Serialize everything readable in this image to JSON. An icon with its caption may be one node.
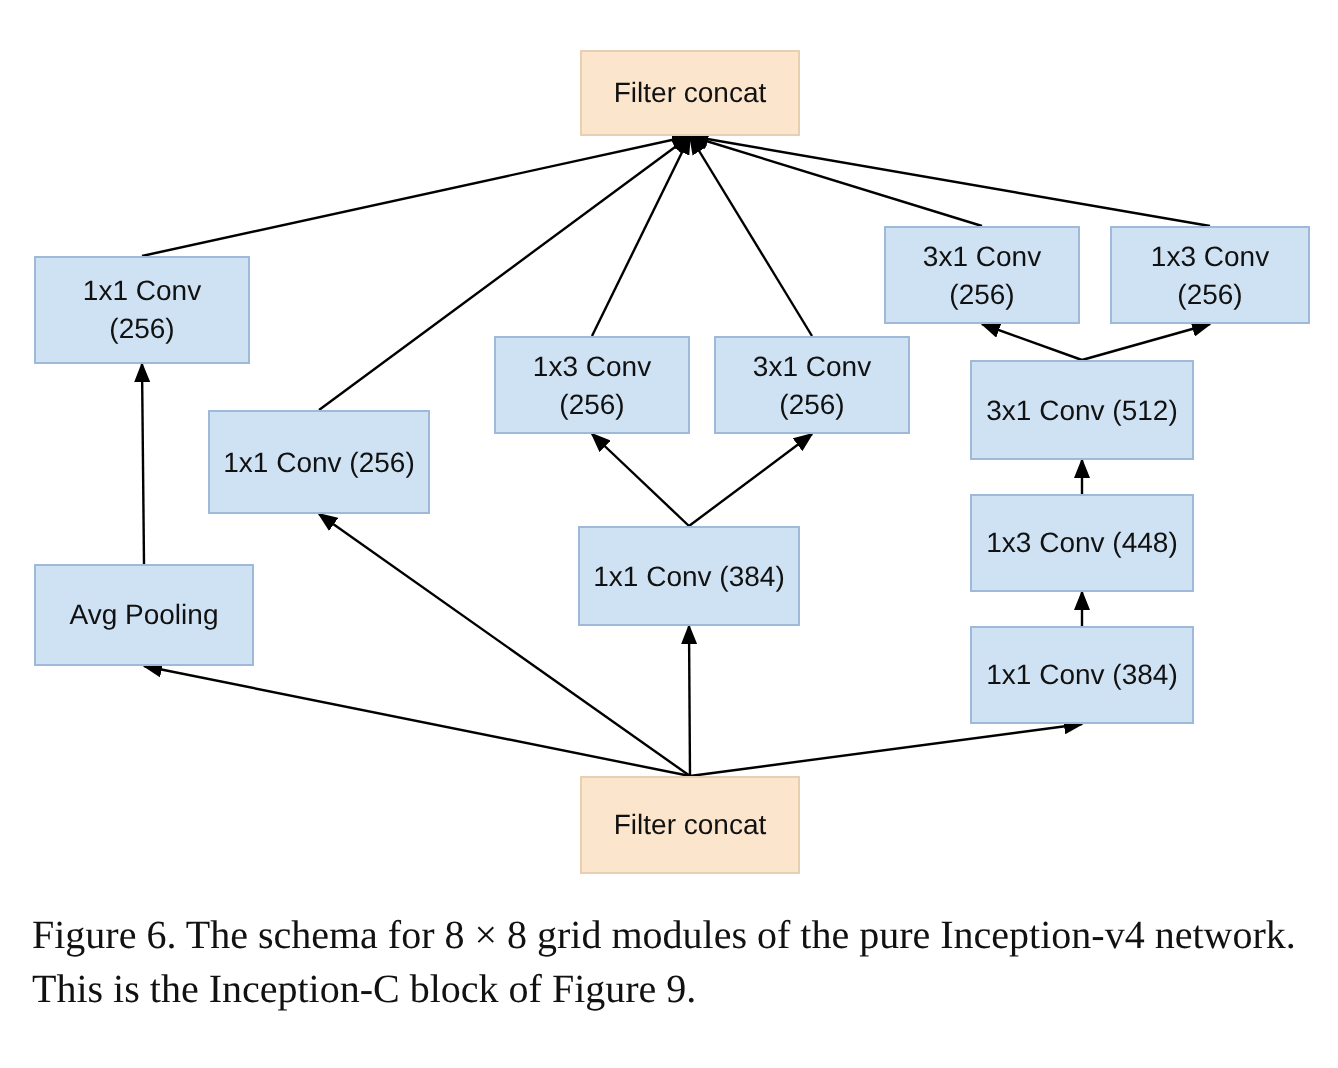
{
  "diagram": {
    "caption": "Figure 6. The schema for 8 × 8 grid modules of the pure Inception-v4 network. This is the Inception-C block of Figure 9.",
    "nodes": [
      {
        "text": [
          "Filter concat"
        ]
      },
      {
        "text": [
          "1x1 Conv (256)"
        ]
      },
      {
        "text": [
          "3x1 Conv (256)"
        ]
      },
      {
        "text": [
          "1x3 Conv (256)"
        ]
      },
      {
        "text": [
          "1x3 Conv (256)"
        ]
      },
      {
        "text": [
          "3x1 Conv (256)"
        ]
      },
      {
        "text": [
          "3x1 Conv (512)"
        ]
      },
      {
        "text": [
          "1x1 Conv (256)"
        ]
      },
      {
        "text": [
          "1x3 Conv (448)"
        ]
      },
      {
        "text": [
          "1x1 Conv (384)"
        ]
      },
      {
        "text": [
          "Avg Pooling"
        ]
      },
      {
        "text": [
          "1x1 Conv (384)"
        ]
      },
      {
        "text": [
          "Filter concat"
        ]
      }
    ],
    "edges": [
      {
        "from": 12,
        "to": 10,
        "arrow": "to"
      },
      {
        "from": 12,
        "to": 7,
        "arrow": "to"
      },
      {
        "from": 12,
        "to": 9,
        "arrow": "to"
      },
      {
        "from": 12,
        "to": 11,
        "arrow": "to"
      },
      {
        "from": 10,
        "to": 1,
        "arrow": "to"
      },
      {
        "from": 9,
        "to": 4,
        "arrow": "to"
      },
      {
        "from": 9,
        "to": 5,
        "arrow": "to"
      },
      {
        "from": 11,
        "to": 8,
        "arrow": "to"
      },
      {
        "from": 8,
        "to": 6,
        "arrow": "to"
      },
      {
        "from": 6,
        "to": 2,
        "arrow": "to"
      },
      {
        "from": 6,
        "to": 3,
        "arrow": "to"
      },
      {
        "from": 1,
        "to": 0,
        "arrow": "to"
      },
      {
        "from": 7,
        "to": 0,
        "arrow": "to"
      },
      {
        "from": 4,
        "to": 0,
        "arrow": "to"
      },
      {
        "from": 5,
        "to": 0,
        "arrow": "to"
      },
      {
        "from": 2,
        "to": 0,
        "arrow": "to"
      },
      {
        "from": 3,
        "to": 0,
        "arrow": "to"
      }
    ]
  }
}
